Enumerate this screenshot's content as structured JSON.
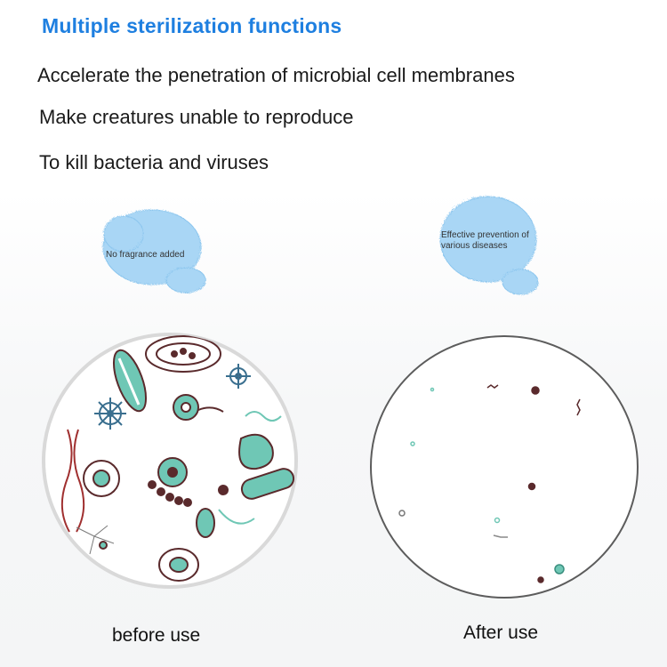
{
  "headline": "Multiple sterilization functions",
  "features": [
    "Accelerate the penetration of microbial cell membranes",
    "Make creatures unable to reproduce",
    "To kill bacteria and viruses"
  ],
  "bubbles": {
    "left": "No fragrance added",
    "right_line1": "Effective prevention of",
    "right_line2": "various diseases"
  },
  "captions": {
    "before": "before use",
    "after": "After use"
  },
  "colors": {
    "headline": "#1e7fe0",
    "bubble": "#a9d6f5",
    "microbe_teal": "#6fc7b5",
    "microbe_dark": "#5a2a2c"
  }
}
